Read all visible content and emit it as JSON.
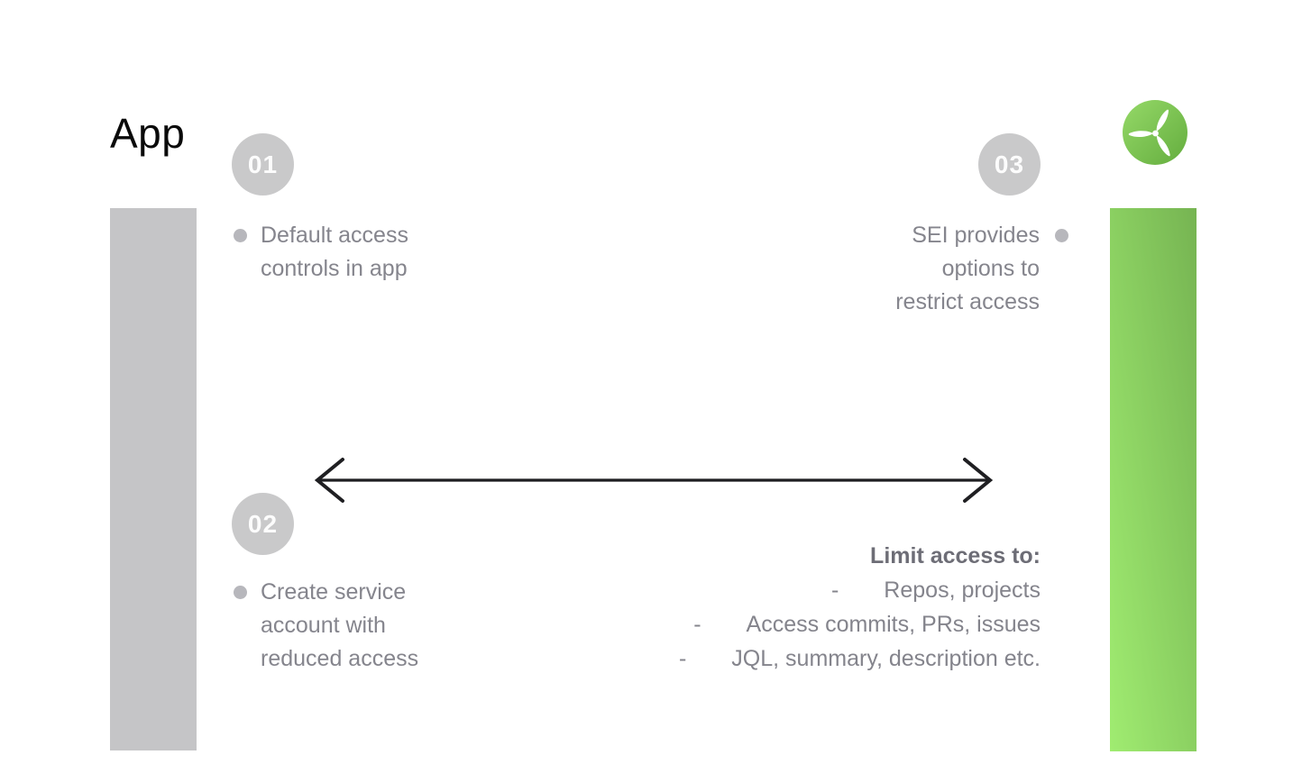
{
  "title": "App",
  "logo": {
    "name": "sei-propeller-logo",
    "gradient_start": "#95d968",
    "gradient_end": "#64ad3e",
    "blade_color": "#ffffff"
  },
  "bars": {
    "app_bar_color": "#c5c5c7",
    "sei_bar_gradient_start": "#76b452",
    "sei_bar_gradient_end": "#a0ec71"
  },
  "arrow_color": "#1f1f22",
  "steps": [
    {
      "number": "01",
      "lines": [
        "Default access",
        "controls in app"
      ]
    },
    {
      "number": "02",
      "lines": [
        "Create service",
        "account with",
        "reduced access"
      ]
    },
    {
      "number": "03",
      "lines": [
        "SEI provides",
        "options to",
        "restrict access"
      ]
    }
  ],
  "limit": {
    "heading": "Limit access to:",
    "dash": "-",
    "items": [
      "Repos, projects",
      "Access commits, PRs, issues",
      "JQL, summary, description etc."
    ]
  }
}
